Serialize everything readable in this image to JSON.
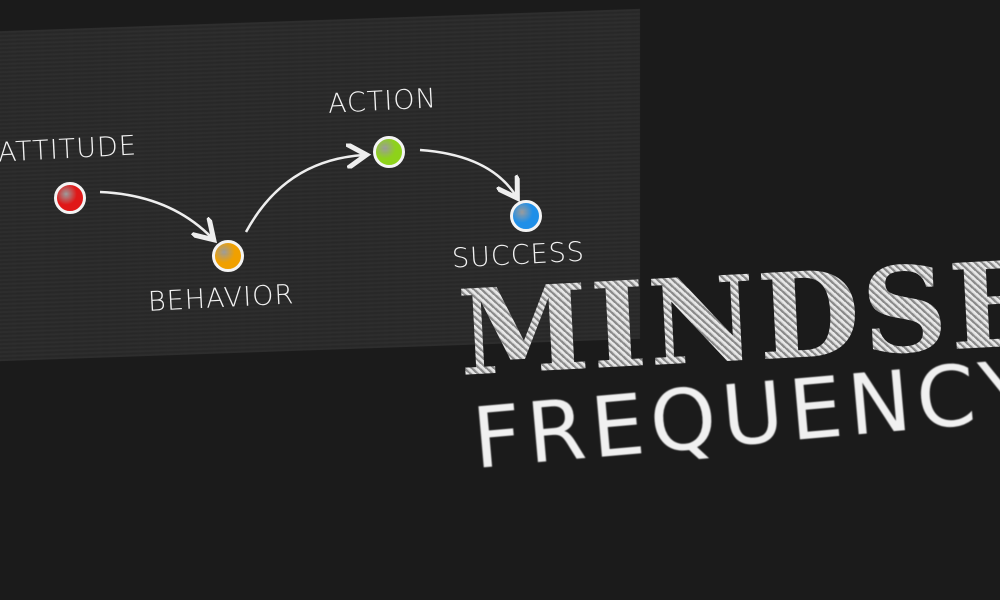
{
  "diagram": {
    "steps": [
      {
        "label": "ATTITUDE",
        "color": "#e01818"
      },
      {
        "label": "BEHAVIOR",
        "color": "#f0a000"
      },
      {
        "label": "ACTION",
        "color": "#8ed21a"
      },
      {
        "label": "SUCCESS",
        "color": "#1f8fe8"
      }
    ]
  },
  "title": {
    "line1": "MINDSET",
    "line2": "FREQUENCY"
  }
}
